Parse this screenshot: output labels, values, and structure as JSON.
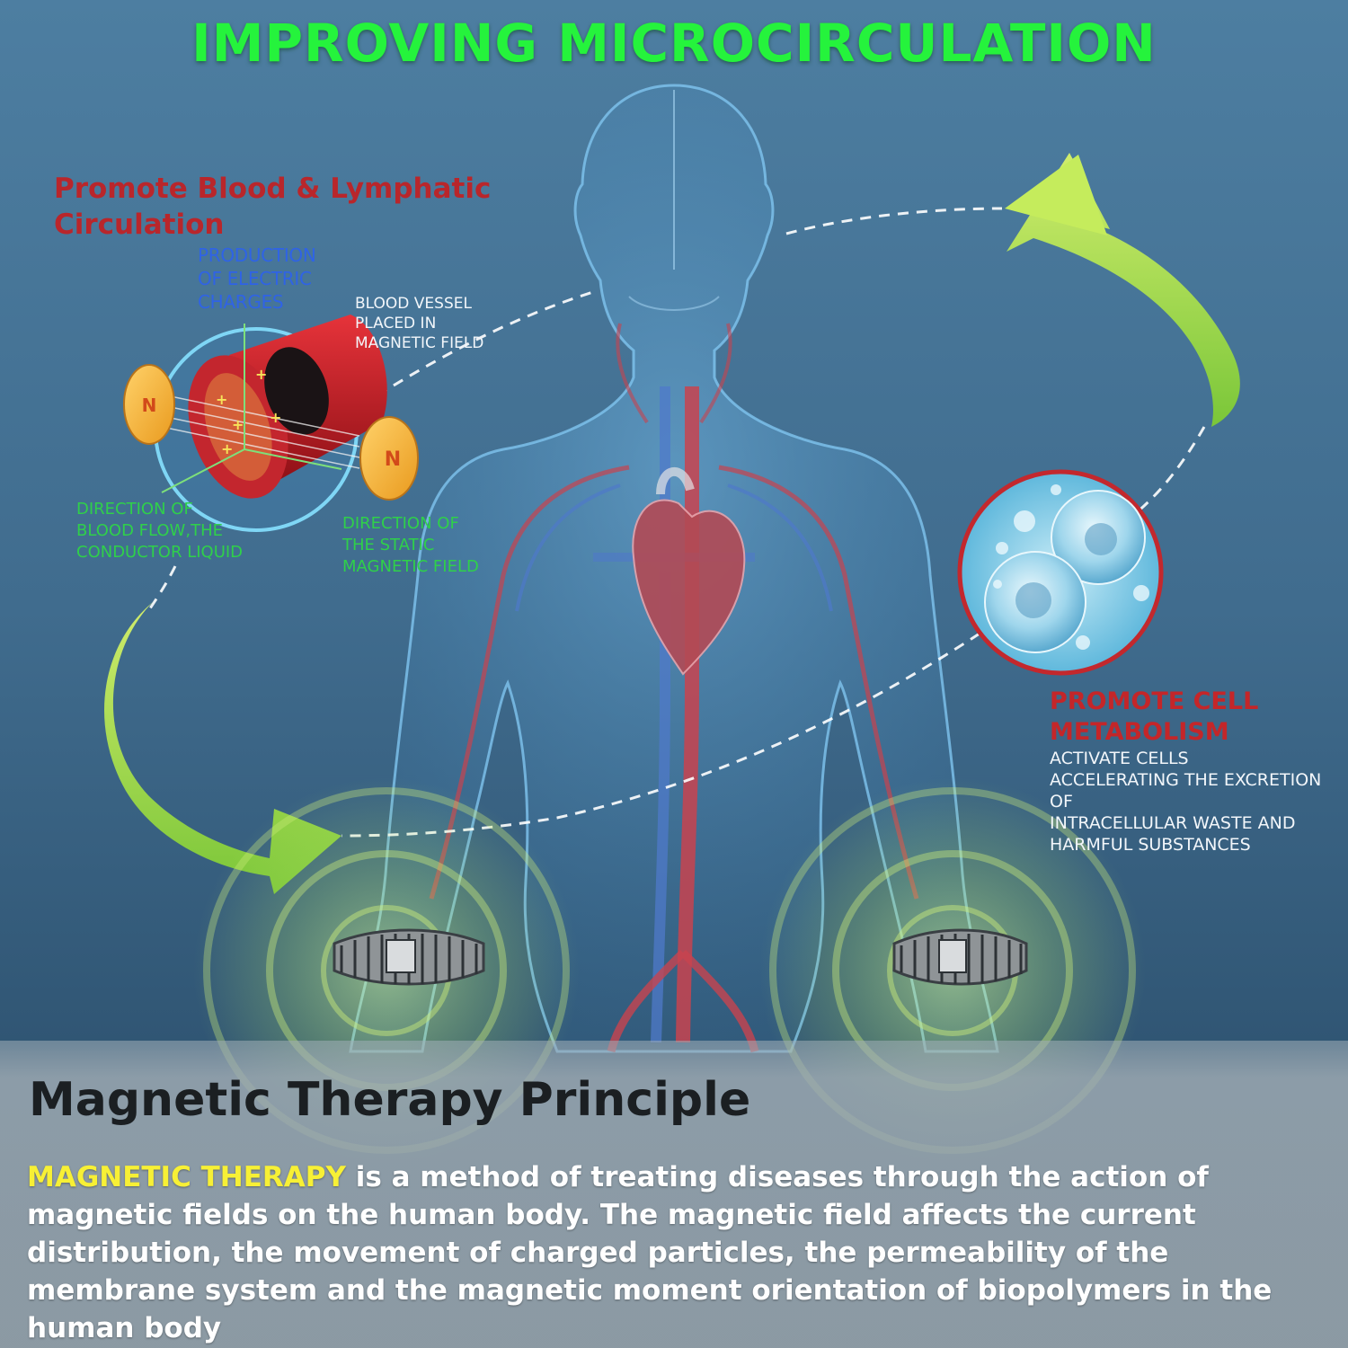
{
  "title": "IMPROVING MICROCIRCULATION",
  "blood_section": {
    "heading": "Promote Blood & Lymphatic\nCirculation",
    "electric_label": "PRODUCTION\nOF ELECTRIC\nCHARGES",
    "vessel_label": "BLOOD VESSEL\nPLACED IN\nMAGNETIC FIELD",
    "flow_label": "DIRECTION OF\nBLOOD FLOW,THE\nCONDUCTOR LIQUID",
    "static_label": "DIRECTION OF\nTHE STATIC\nMAGNETIC FIELD",
    "magnet_letter": "N",
    "charge_symbol": "+"
  },
  "cell_section": {
    "heading": "PROMOTE CELL\nMETABOLISM",
    "description": "ACTIVATE CELLS\nACCELERATING THE EXCRETION OF\nINTRACELLULAR WASTE AND\nHARMFUL SUBSTANCES"
  },
  "footer": {
    "heading": "Magnetic Therapy Principle",
    "highlight": "MAGNETIC THERAPY",
    "body": " is a method of treating diseases through the action of magnetic fields on the human body. The magnetic field affects the current distribution, the movement of charged particles, the permeability of the membrane system and the magnetic moment orientation of biopolymers in the human body"
  },
  "colors": {
    "title_green": "#25f33c",
    "heading_red": "#b9262b",
    "label_blue": "#2f63e6",
    "label_green": "#2fd04a",
    "highlight_yellow": "#f7f035",
    "arrow_green": "#8fd43a"
  },
  "icons": [
    "magnet-icon",
    "blood-vessel-icon",
    "cell-icon",
    "bracelet-icon",
    "heart-icon"
  ]
}
